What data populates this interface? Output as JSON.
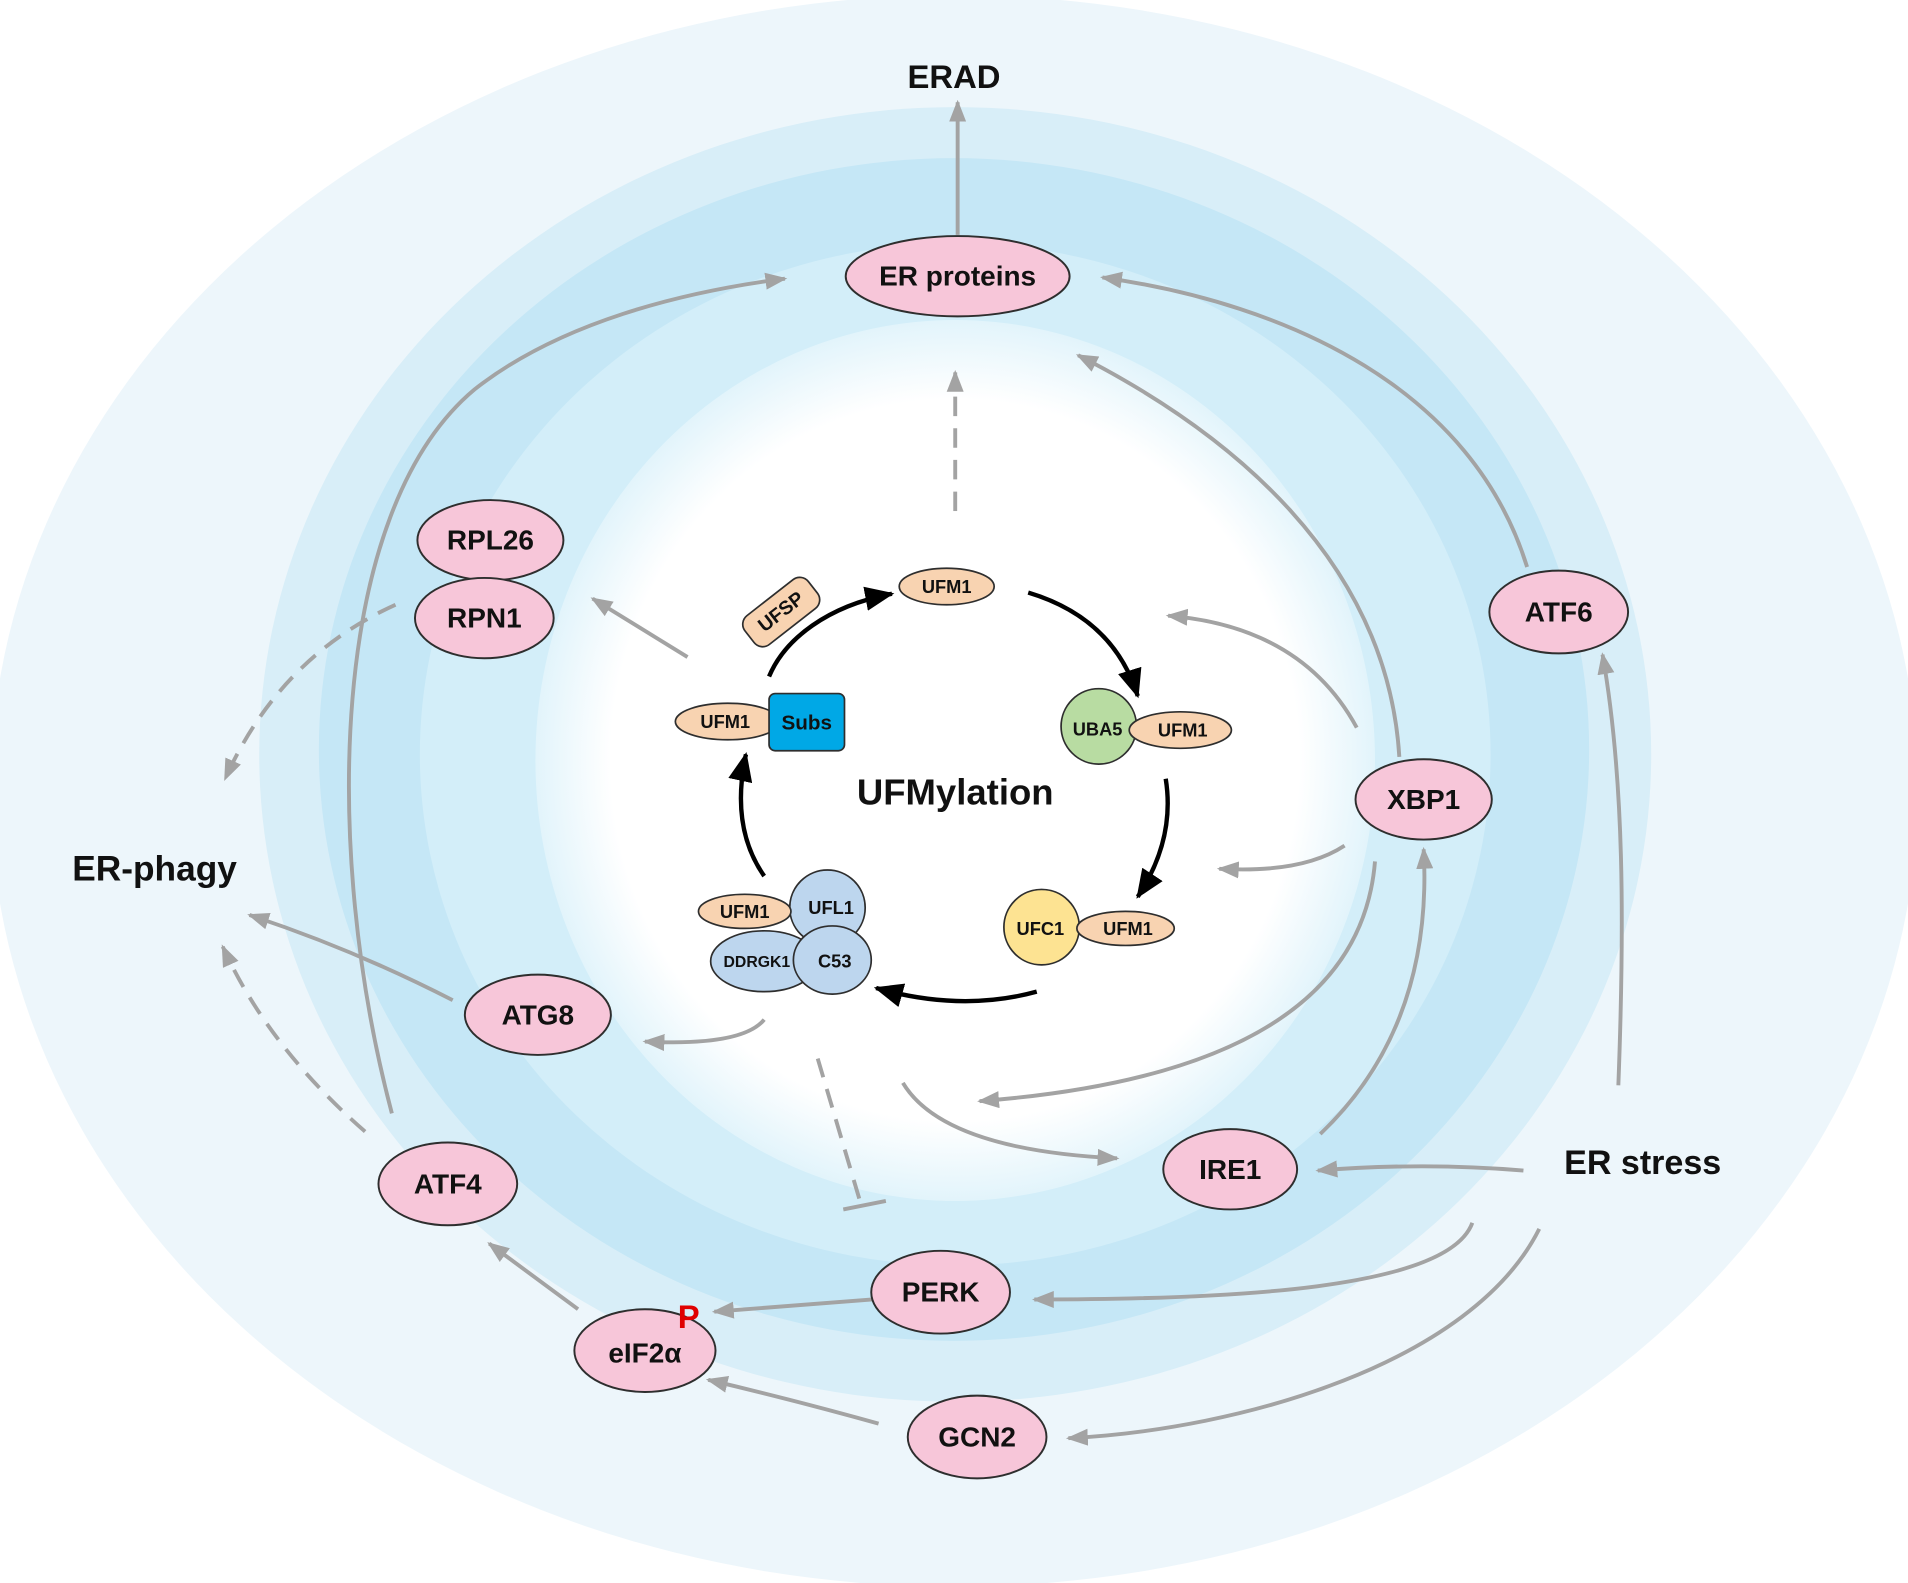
{
  "outputs": {
    "erad": "ERAD",
    "er_phagy": "ER-phagy"
  },
  "trigger": "ER stress",
  "nodes": {
    "er_proteins": "ER proteins",
    "rpl26": "RPL26",
    "rpn1": "RPN1",
    "atf6": "ATF6",
    "xbp1": "XBP1",
    "atg8": "ATG8",
    "ire1": "IRE1",
    "atf4": "ATF4",
    "perk": "PERK",
    "eif2a": "eIF2α",
    "gcn2": "GCN2",
    "phospho": "P"
  },
  "cycle": {
    "title": "UFMylation",
    "ufm1": "UFM1",
    "ufsp": "UFSP",
    "uba5": "UBA5",
    "ufc1": "UFC1",
    "ufl1": "UFL1",
    "ddrgk1": "DDRGK1",
    "c53": "C53",
    "subs": "Subs"
  },
  "colors": {
    "node_fill": "#f7c6d9",
    "node_stroke": "#2e2e2e",
    "arrow": "#a3a3a3",
    "cycle_arrow": "#000000",
    "ufm1": "#f8d3b1",
    "uba5": "#b8dca2",
    "ufc1": "#fde392",
    "complex": "#bdd6ee",
    "subs": "#00a8e6",
    "phospho": "#e00000"
  }
}
